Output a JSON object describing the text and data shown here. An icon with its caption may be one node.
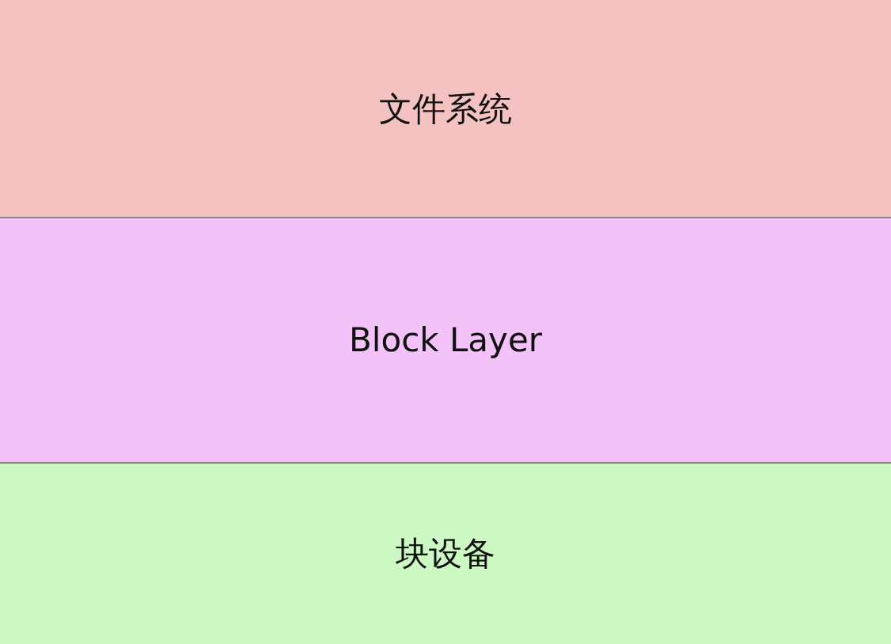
{
  "diagram": {
    "nodes": [
      {
        "text": [
          "文件系统"
        ]
      },
      {
        "text": [
          "Block Layer"
        ]
      },
      {
        "text": [
          "块设备"
        ]
      }
    ]
  }
}
